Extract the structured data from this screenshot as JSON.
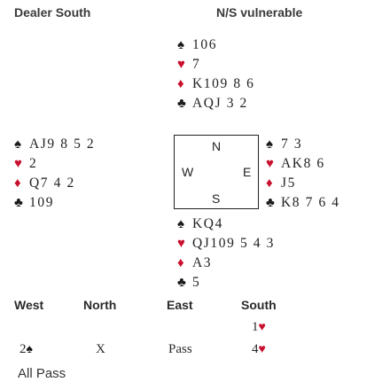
{
  "header": {
    "dealer": "Dealer South",
    "vulnerability": "N/S vulnerable"
  },
  "hands": {
    "north": {
      "spades": "106",
      "hearts": "7",
      "diamonds": "K109 8 6",
      "clubs": "AQJ 3 2"
    },
    "west": {
      "spades": "AJ9 8 5 2",
      "hearts": "2",
      "diamonds": "Q7 4 2",
      "clubs": "109"
    },
    "east": {
      "spades": "7 3",
      "hearts": "AK8 6",
      "diamonds": "J5",
      "clubs": "K8 7 6 4"
    },
    "south": {
      "spades": "KQ4",
      "hearts": "QJ109 5 4 3",
      "diamonds": "A3",
      "clubs": "5"
    }
  },
  "compass": {
    "n": "N",
    "s": "S",
    "w": "W",
    "e": "E"
  },
  "auction": {
    "headers": [
      "West",
      "North",
      "East",
      "South"
    ],
    "row1": {
      "south_level": "1",
      "south_suit": "♥"
    },
    "row2": {
      "west_level": "2",
      "west_suit": "♠",
      "north": "X",
      "east": "Pass",
      "south_level": "4",
      "south_suit": "♥"
    },
    "final": "All Pass"
  },
  "symbols": {
    "spade": "♠",
    "heart": "♥",
    "diamond": "♦",
    "club": "♣"
  },
  "colors": {
    "red_suit": "#c8102e",
    "black_suit": "#1a1a1a"
  }
}
